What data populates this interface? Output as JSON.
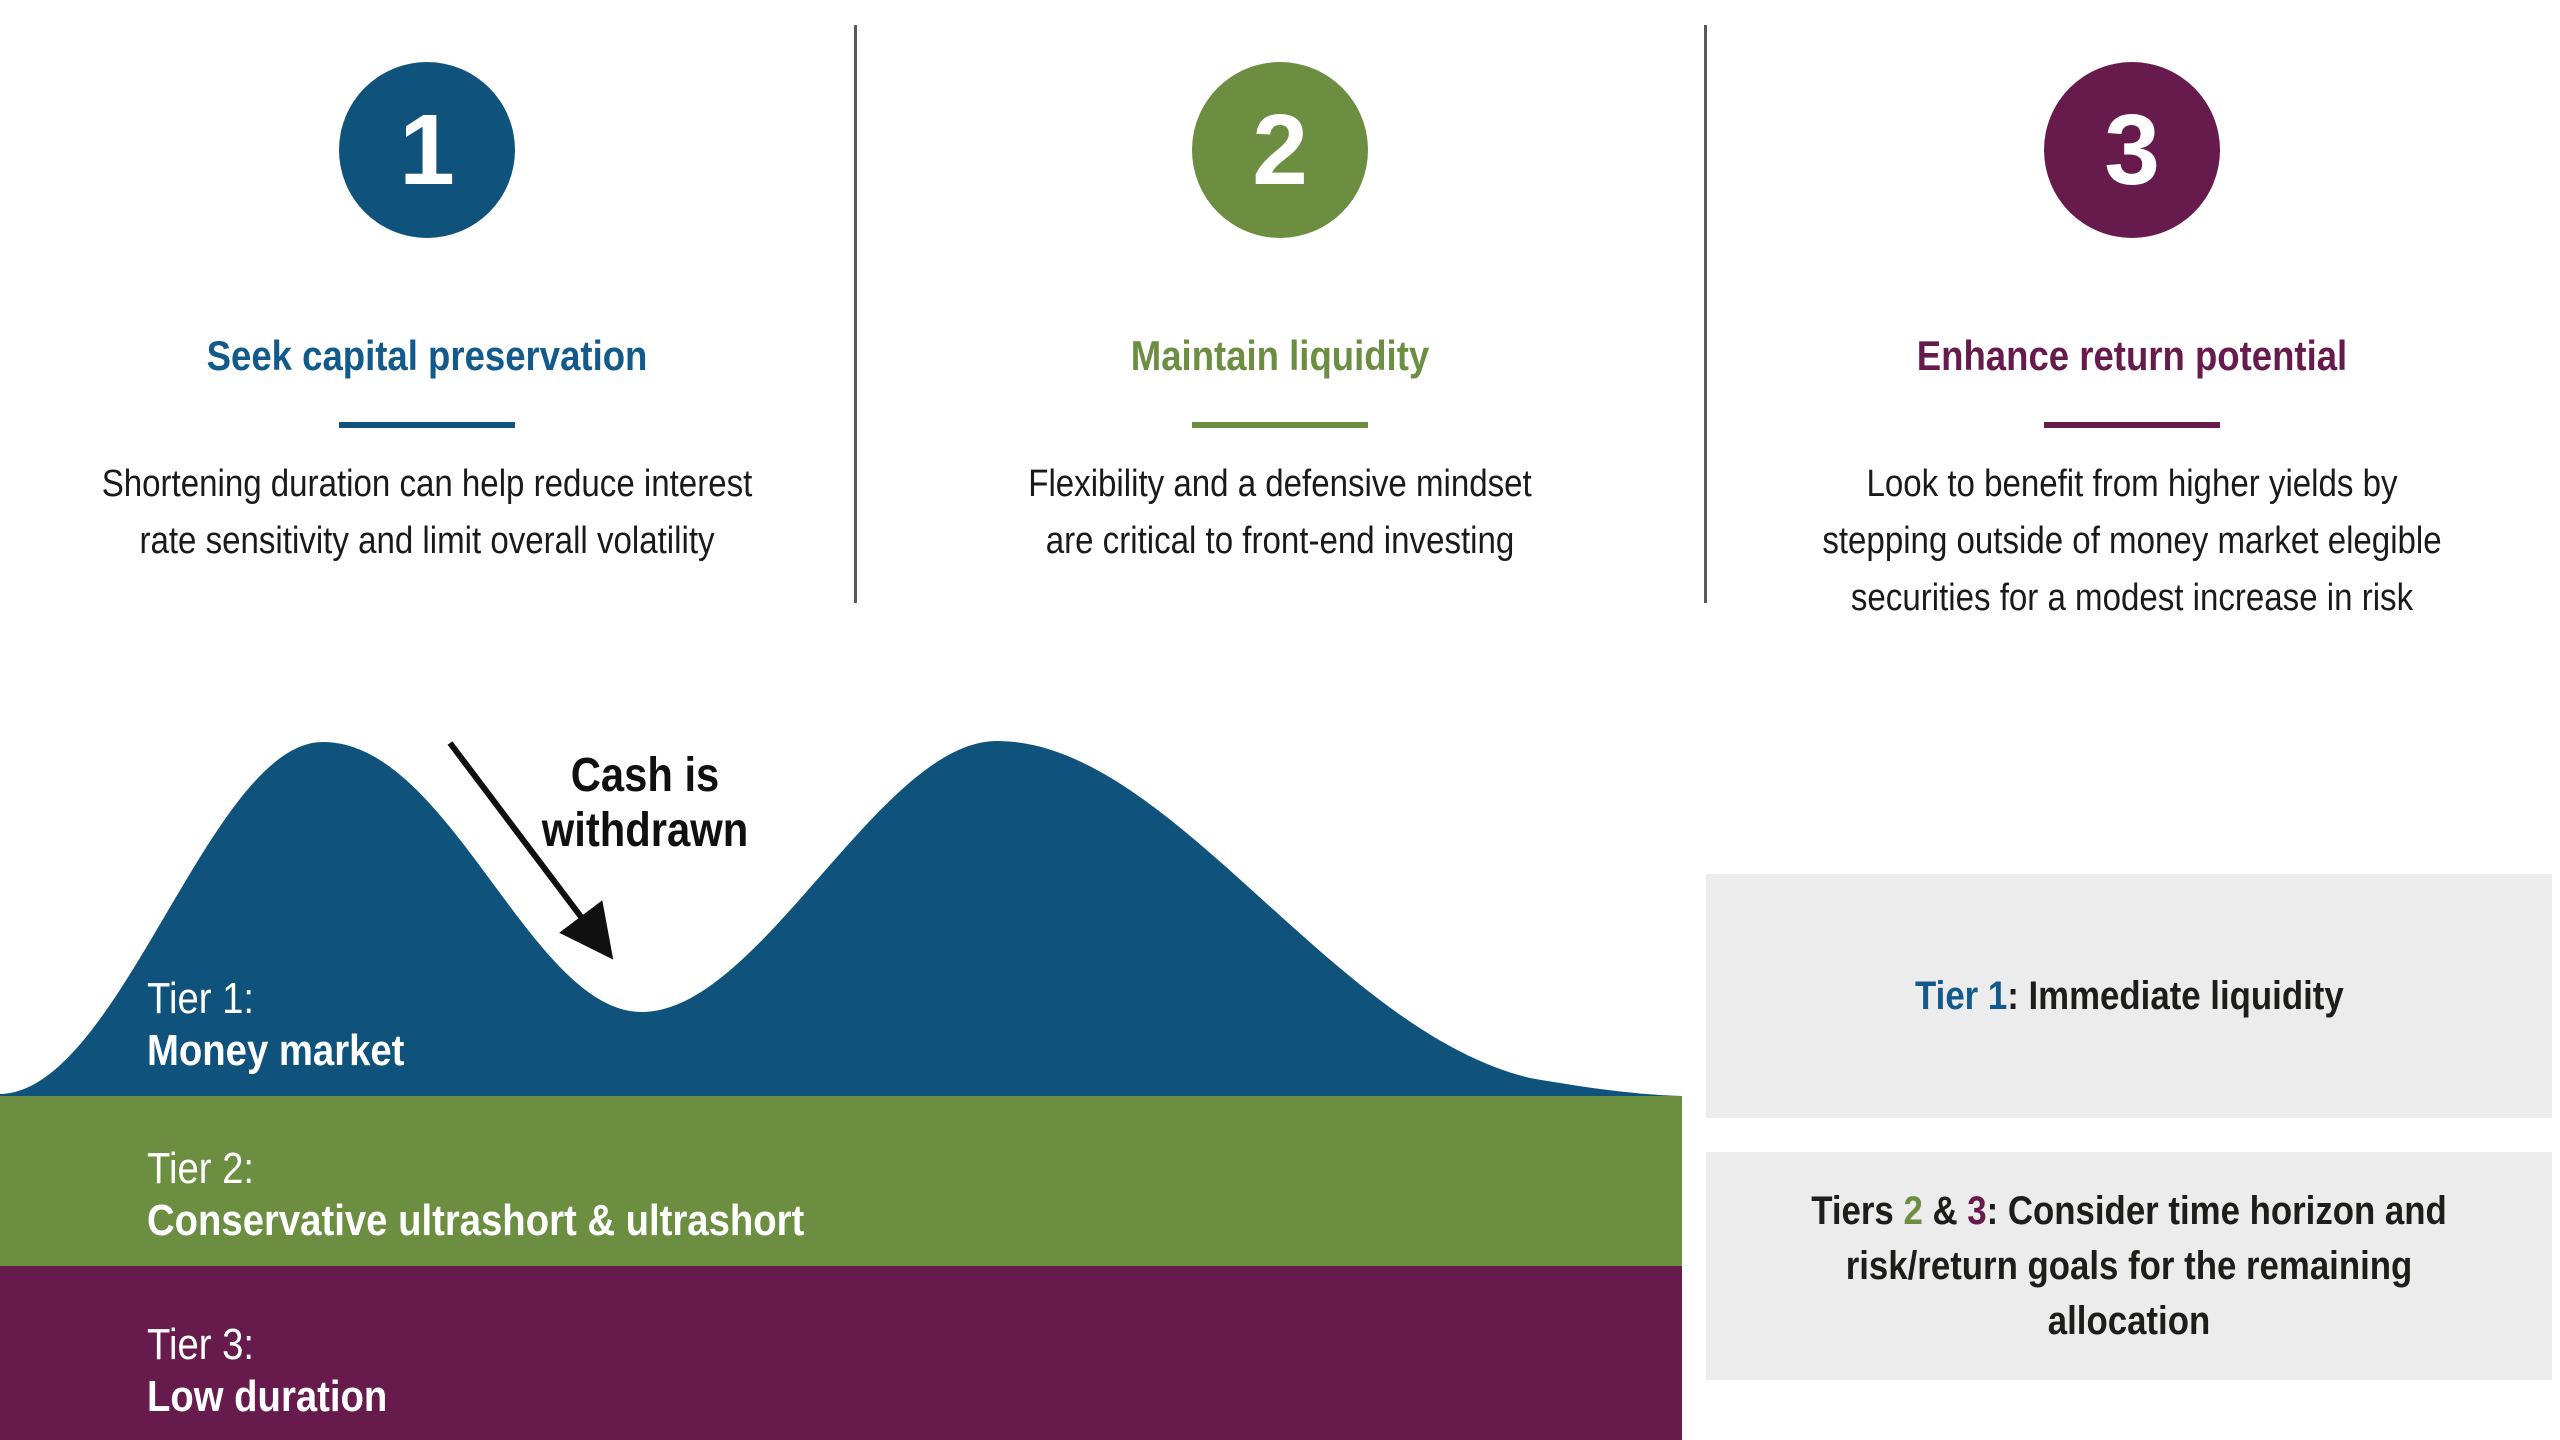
{
  "steps": [
    {
      "number": "1",
      "title": "Seek capital preservation",
      "body_lines": [
        "Shortening duration can help reduce interest",
        "rate sensitivity and limit overall volatility"
      ]
    },
    {
      "number": "2",
      "title": "Maintain liquidity",
      "body_lines": [
        "Flexibility and a defensive mindset",
        "are critical to front-end investing"
      ]
    },
    {
      "number": "3",
      "title": "Enhance return potential",
      "body_lines": [
        "Look to benefit from higher yields by",
        "stepping outside of money market elegible",
        "securities for a modest increase in risk"
      ]
    }
  ],
  "diagram": {
    "cash_label_lines": [
      "Cash is",
      "withdrawn"
    ],
    "tiers": [
      {
        "prefix": "Tier 1:",
        "name": "Money market"
      },
      {
        "prefix": "Tier 2:",
        "name": "Conservative ultrashort & ultrashort"
      },
      {
        "prefix": "Tier 3:",
        "name": "Low duration"
      }
    ],
    "callout_1": {
      "segments": [
        {
          "text": "Tier 1"
        },
        {
          "text": ": Immediate liquidity"
        }
      ]
    },
    "callout_2": {
      "line1_segments": [
        {
          "text": "Tiers "
        },
        {
          "text": "2"
        },
        {
          "text": " & "
        },
        {
          "text": "3"
        },
        {
          "text": ": Consider time horizon and"
        }
      ],
      "line2": "risk/return goals for the remaining allocation"
    }
  },
  "colors": {
    "step1_blue": "#0f527c",
    "step1_text_blue": "#135a8c",
    "step2_green": "#6c8e41",
    "step3_plum": "#671b4d",
    "divider_gray": "#58595b",
    "callout_background": "#ececec",
    "body_text": "#1a1a1a",
    "tier_label_text": "#ffffff"
  }
}
